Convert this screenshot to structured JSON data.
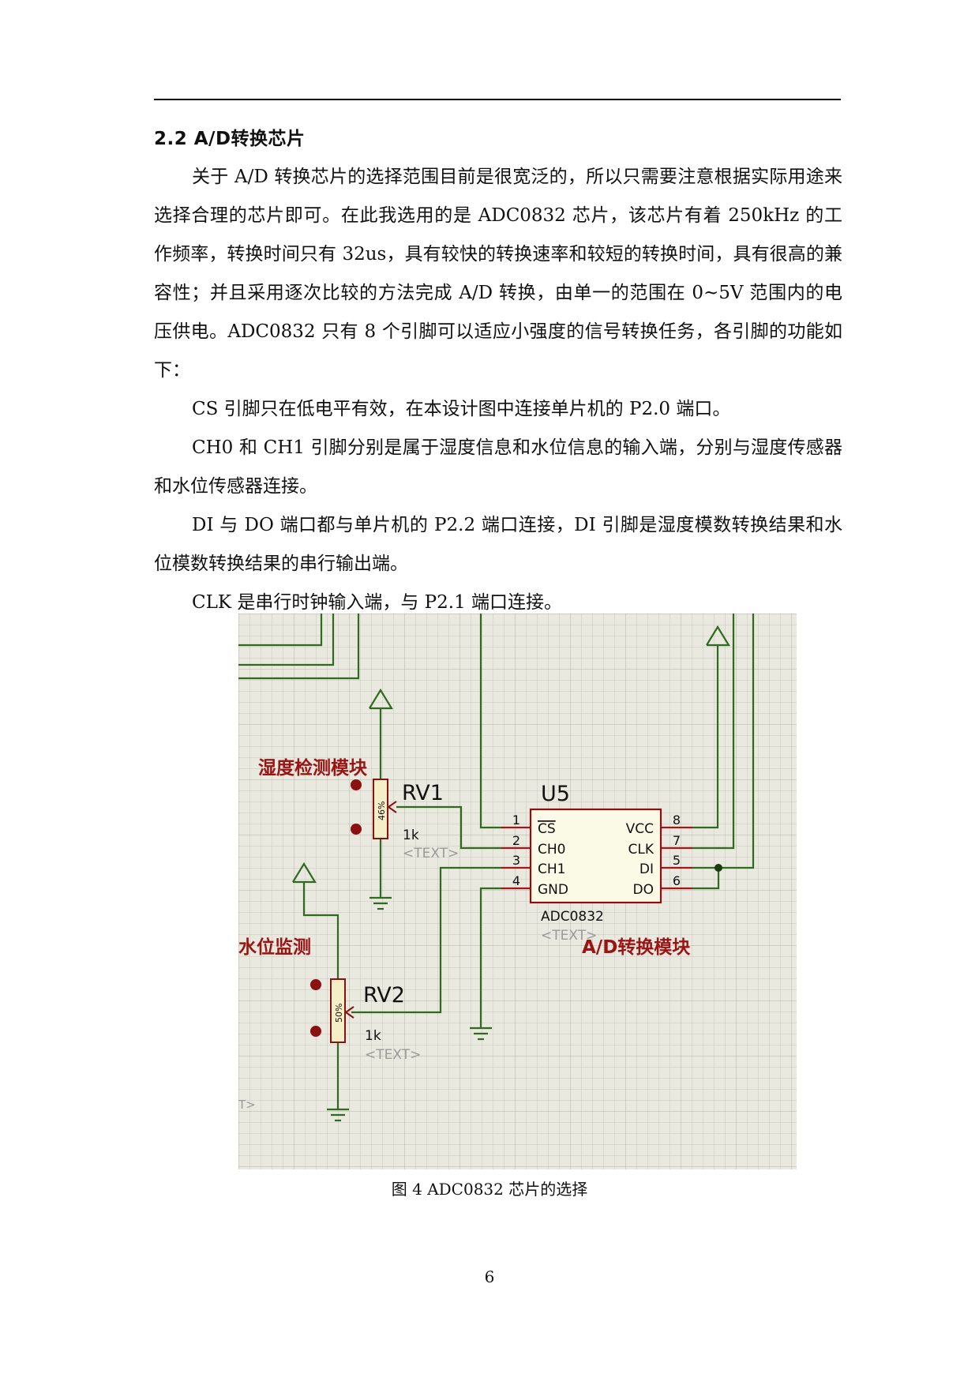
{
  "heading": "2.2 A/D转换芯片",
  "paragraphs": [
    "关于 A/D 转换芯片的选择范围目前是很宽泛的，所以只需要注意根据实际用途来选择合理的芯片即可。在此我选用的是 ADC0832 芯片，该芯片有着 250kHz 的工作频率，转换时间只有 32us，具有较快的转换速率和较短的转换时间，具有很高的兼容性；并且采用逐次比较的方法完成 A/D 转换，由单一的范围在 0~5V 范围内的电压供电。ADC0832 只有 8 个引脚可以适应小强度的信号转换任务，各引脚的功能如下：",
    "CS 引脚只在低电平有效，在本设计图中连接单片机的 P2.0 端口。",
    "CH0 和 CH1 引脚分别是属于湿度信息和水位信息的输入端，分别与湿度传感器和水位传感器连接。",
    "DI 与 DO 端口都与单片机的 P2.2 端口连接，DI 引脚是湿度模数转换结果和水位模数转换结果的串行输出端。",
    "CLK 是串行时钟输入端，与 P2.1 端口连接。"
  ],
  "figure": {
    "labels": {
      "humidity_module": "湿度检测模块",
      "water_module": "水位监测",
      "ad_module": "A/D转换模块"
    },
    "rv1": {
      "ref": "RV1",
      "value": "1k",
      "text": "<TEXT>",
      "percent": "46%"
    },
    "rv2": {
      "ref": "RV2",
      "value": "1k",
      "text": "<TEXT>",
      "percent": "50%"
    },
    "u5": {
      "ref": "U5",
      "part": "ADC0832",
      "text": "<TEXT>",
      "left_pins": [
        {
          "num": "1",
          "name": "CS"
        },
        {
          "num": "2",
          "name": "CH0"
        },
        {
          "num": "3",
          "name": "CH1"
        },
        {
          "num": "4",
          "name": "GND"
        }
      ],
      "right_pins": [
        {
          "num": "8",
          "name": "VCC"
        },
        {
          "num": "7",
          "name": "CLK"
        },
        {
          "num": "5",
          "name": "DI"
        },
        {
          "num": "6",
          "name": "DO"
        }
      ]
    },
    "edge_fragment": "T>"
  },
  "caption": "图 4 ADC0832 芯片的选择",
  "page_number": "6"
}
